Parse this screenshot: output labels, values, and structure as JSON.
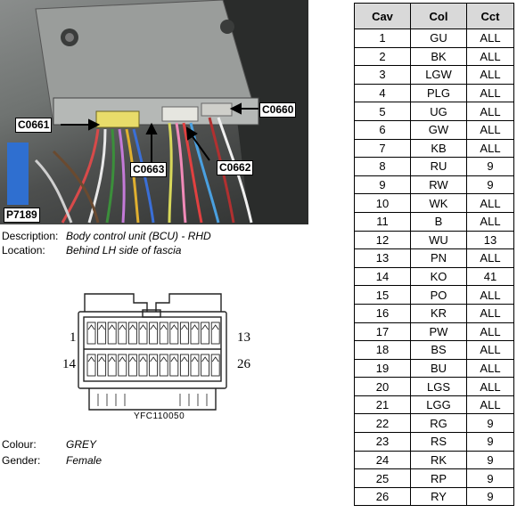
{
  "photo": {
    "callouts": {
      "c0661": "C0661",
      "c0660": "C0660",
      "c0663": "C0663",
      "c0662": "C0662",
      "p7189": "P7189"
    }
  },
  "info": {
    "description_label": "Description:",
    "description_value": "Body control unit (BCU) - RHD",
    "location_label": "Location:",
    "location_value": "Behind LH side of fascia",
    "colour_label": "Colour:",
    "colour_value": "GREY",
    "gender_label": "Gender:",
    "gender_value": "Female"
  },
  "connector": {
    "pin_labels": {
      "top_left": "1",
      "top_right": "13",
      "bottom_left": "14",
      "bottom_right": "26"
    },
    "ref": "YFC110050"
  },
  "table": {
    "headers": [
      "Cav",
      "Col",
      "Cct"
    ],
    "rows": [
      [
        "1",
        "GU",
        "ALL"
      ],
      [
        "2",
        "BK",
        "ALL"
      ],
      [
        "3",
        "LGW",
        "ALL"
      ],
      [
        "4",
        "PLG",
        "ALL"
      ],
      [
        "5",
        "UG",
        "ALL"
      ],
      [
        "6",
        "GW",
        "ALL"
      ],
      [
        "7",
        "KB",
        "ALL"
      ],
      [
        "8",
        "RU",
        "9"
      ],
      [
        "9",
        "RW",
        "9"
      ],
      [
        "10",
        "WK",
        "ALL"
      ],
      [
        "11",
        "B",
        "ALL"
      ],
      [
        "12",
        "WU",
        "13"
      ],
      [
        "13",
        "PN",
        "ALL"
      ],
      [
        "14",
        "KO",
        "41"
      ],
      [
        "15",
        "PO",
        "ALL"
      ],
      [
        "16",
        "KR",
        "ALL"
      ],
      [
        "17",
        "PW",
        "ALL"
      ],
      [
        "18",
        "BS",
        "ALL"
      ],
      [
        "19",
        "BU",
        "ALL"
      ],
      [
        "20",
        "LGS",
        "ALL"
      ],
      [
        "21",
        "LGG",
        "ALL"
      ],
      [
        "22",
        "RG",
        "9"
      ],
      [
        "23",
        "RS",
        "9"
      ],
      [
        "24",
        "RK",
        "9"
      ],
      [
        "25",
        "RP",
        "9"
      ],
      [
        "26",
        "RY",
        "9"
      ]
    ]
  }
}
